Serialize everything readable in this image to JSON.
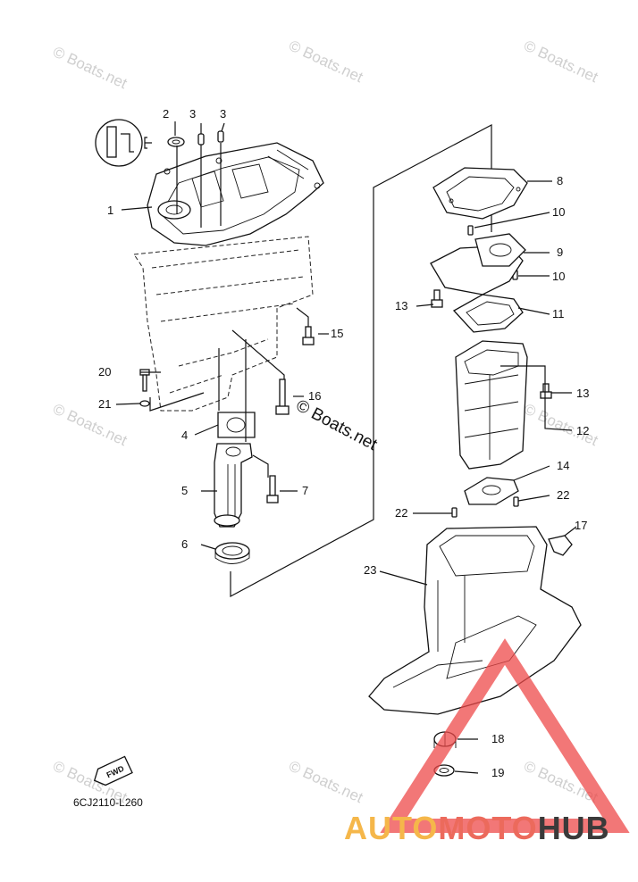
{
  "diagram_code": "6CJ2110-L260",
  "fwd_label": "FWD",
  "watermark_text": "© Boats.net",
  "logo": {
    "part1": "AUTO",
    "part2": "MOTO",
    "part3": "HUB",
    "color1": "#f5b74a",
    "color2": "#ec6a5c",
    "color3": "#3a3a3a",
    "triangle_color": "#ee4a4a"
  },
  "callouts": [
    {
      "id": "1",
      "label": "1"
    },
    {
      "id": "2",
      "label": "2"
    },
    {
      "id": "3a",
      "label": "3"
    },
    {
      "id": "3b",
      "label": "3"
    },
    {
      "id": "4",
      "label": "4"
    },
    {
      "id": "5",
      "label": "5"
    },
    {
      "id": "6",
      "label": "6"
    },
    {
      "id": "7",
      "label": "7"
    },
    {
      "id": "8",
      "label": "8"
    },
    {
      "id": "9",
      "label": "9"
    },
    {
      "id": "10a",
      "label": "10"
    },
    {
      "id": "10b",
      "label": "10"
    },
    {
      "id": "11",
      "label": "11"
    },
    {
      "id": "12",
      "label": "12"
    },
    {
      "id": "13a",
      "label": "13"
    },
    {
      "id": "13b",
      "label": "13"
    },
    {
      "id": "14",
      "label": "14"
    },
    {
      "id": "15",
      "label": "15"
    },
    {
      "id": "16",
      "label": "16"
    },
    {
      "id": "17",
      "label": "17"
    },
    {
      "id": "18",
      "label": "18"
    },
    {
      "id": "19",
      "label": "19"
    },
    {
      "id": "20",
      "label": "20"
    },
    {
      "id": "21",
      "label": "21"
    },
    {
      "id": "22a",
      "label": "22"
    },
    {
      "id": "22b",
      "label": "22"
    },
    {
      "id": "23",
      "label": "23"
    }
  ]
}
